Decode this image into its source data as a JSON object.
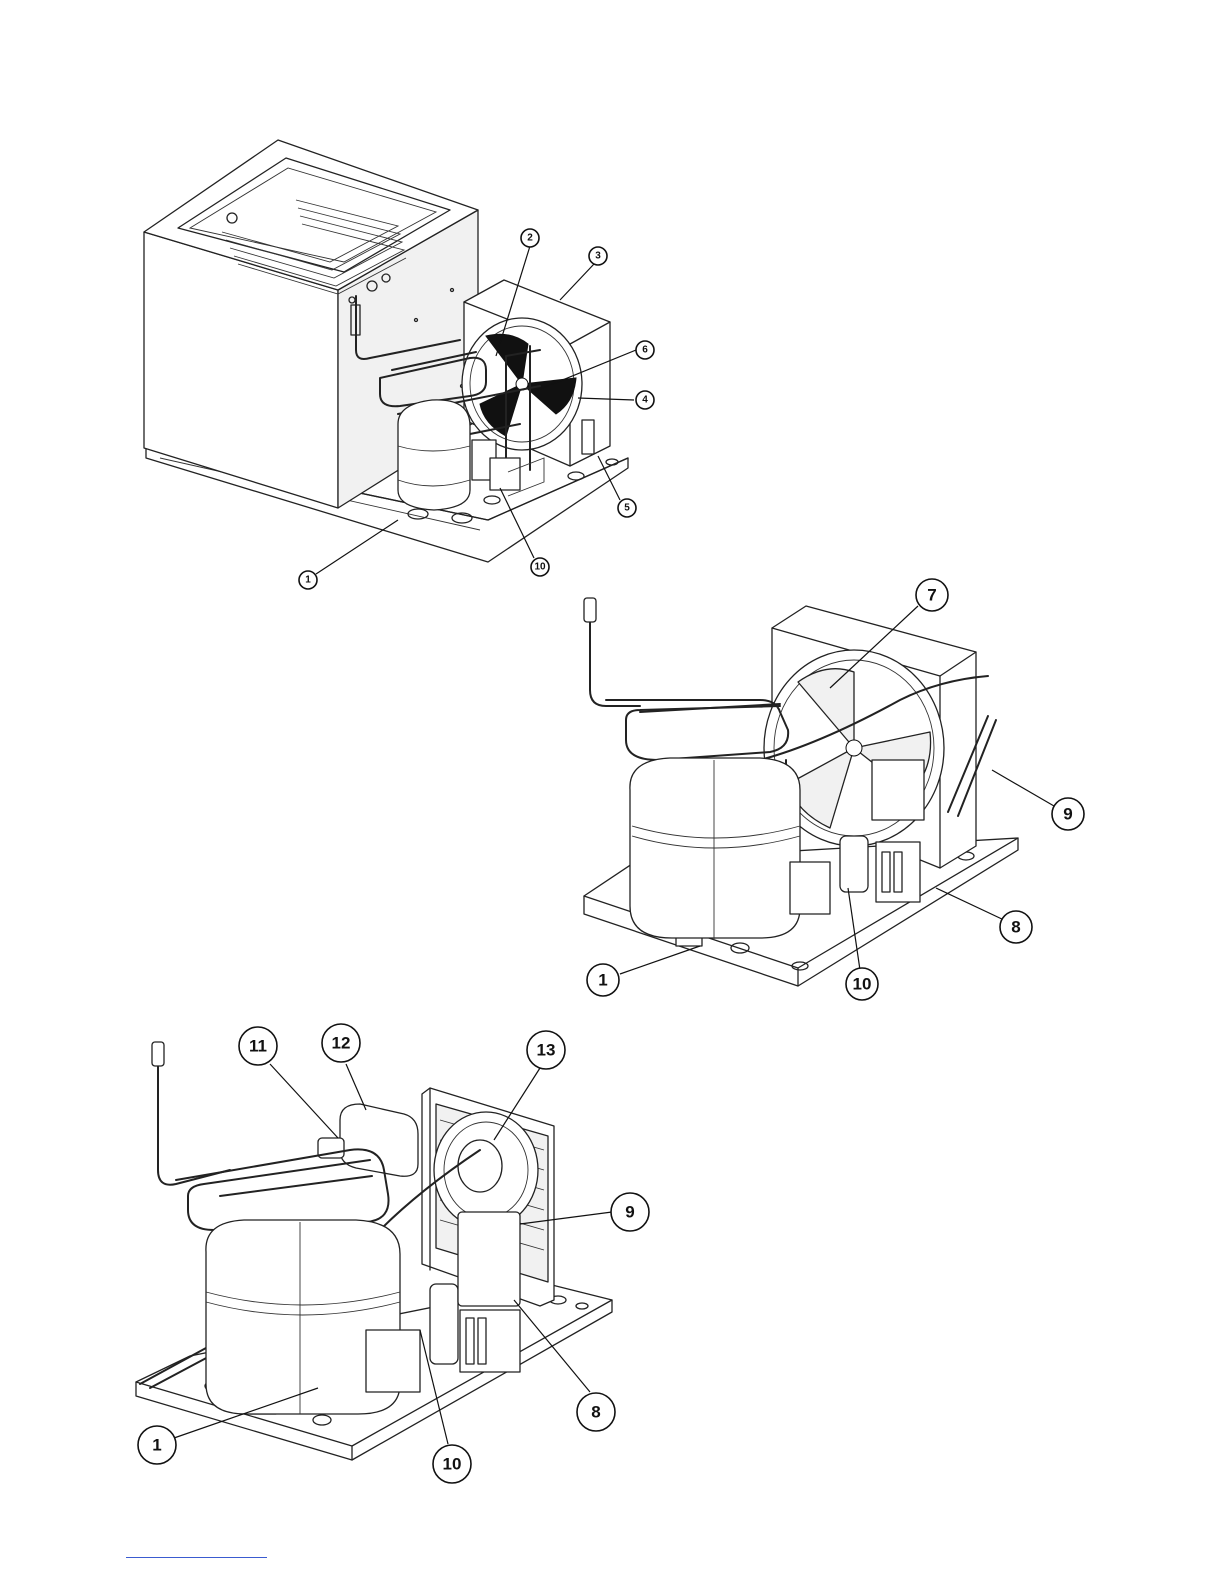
{
  "figure_a": {
    "callouts": [
      "2",
      "3",
      "6",
      "4",
      "5",
      "10",
      "1"
    ]
  },
  "figure_b": {
    "callouts": [
      "7",
      "9",
      "8",
      "10",
      "1"
    ]
  },
  "figure_c": {
    "callouts": [
      "11",
      "12",
      "13",
      "9",
      "8",
      "10",
      "1"
    ]
  },
  "colors": {
    "line": "#222222",
    "background": "#ffffff",
    "footer_rule": "#3a5bd0"
  }
}
